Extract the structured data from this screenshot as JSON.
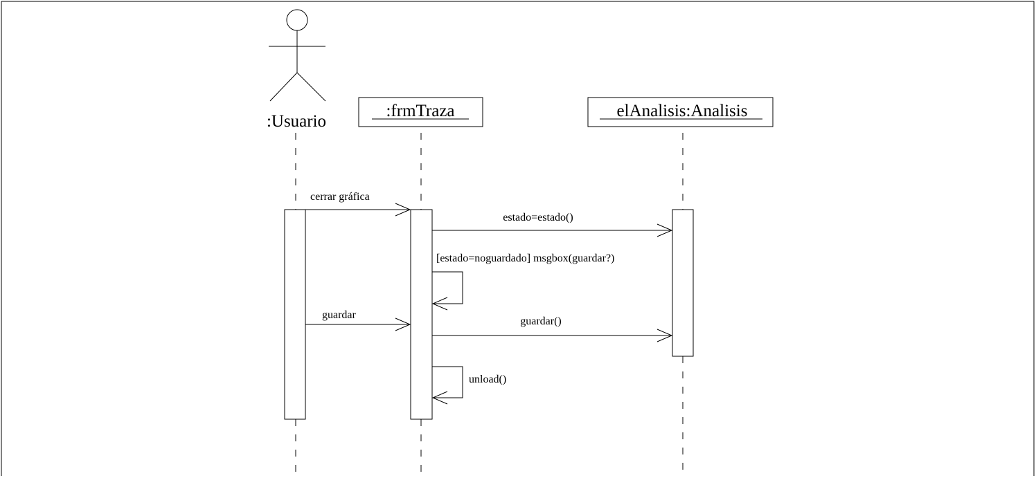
{
  "diagram": {
    "type": "uml-sequence",
    "colors": {
      "line": "#000000",
      "background": "#ffffff"
    },
    "participants": [
      {
        "id": "usuario",
        "label": ":Usuario",
        "kind": "actor"
      },
      {
        "id": "frmTraza",
        "label": ":frmTraza",
        "kind": "object"
      },
      {
        "id": "elAnalisis",
        "label": "elAnalisis:Analisis",
        "kind": "object"
      }
    ],
    "messages": [
      {
        "from": "usuario",
        "to": "frmTraza",
        "label": "cerrar gráfica"
      },
      {
        "from": "frmTraza",
        "to": "elAnalisis",
        "label": "estado=estado()"
      },
      {
        "from": "frmTraza",
        "to": "frmTraza",
        "label": "[estado=noguardado] msgbox(guardar?)"
      },
      {
        "from": "usuario",
        "to": "frmTraza",
        "label": "guardar"
      },
      {
        "from": "frmTraza",
        "to": "elAnalisis",
        "label": "guardar()"
      },
      {
        "from": "frmTraza",
        "to": "frmTraza",
        "label": "unload()"
      }
    ]
  }
}
